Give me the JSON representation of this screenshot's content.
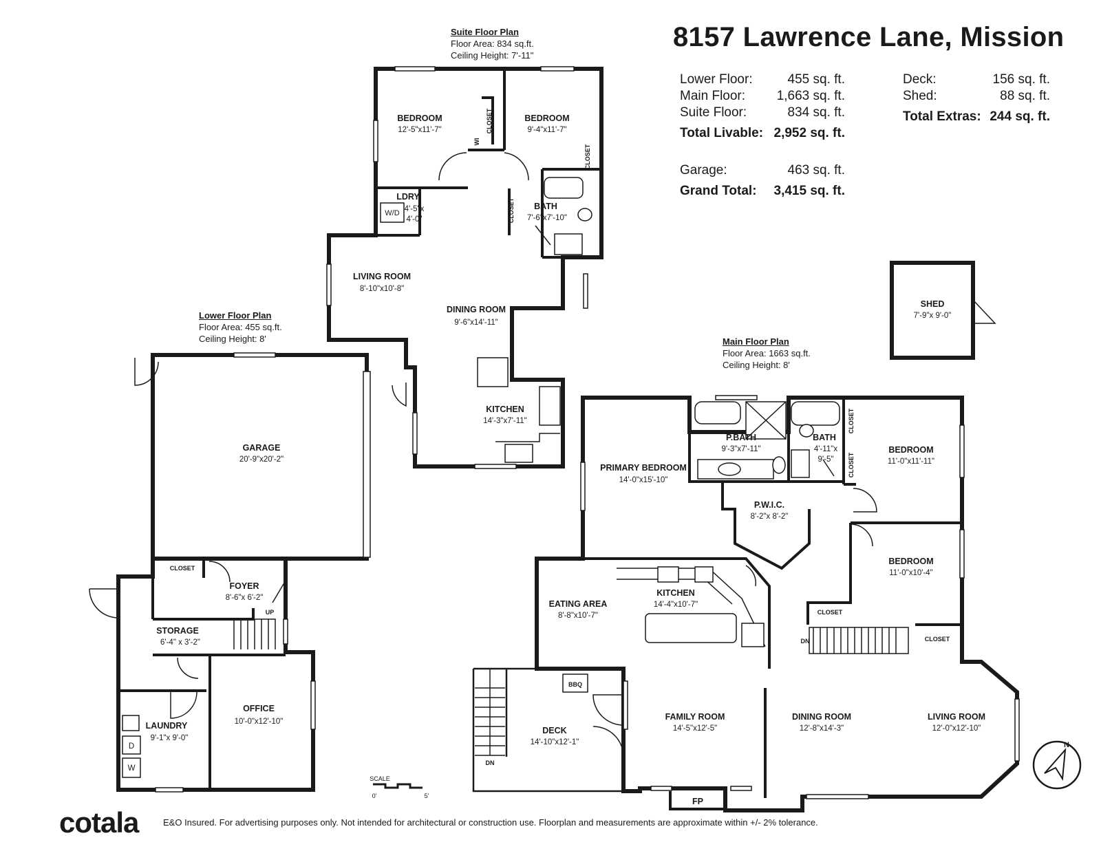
{
  "header": {
    "address": "8157 Lawrence Lane, Mission",
    "areas": [
      {
        "label": "Lower Floor:",
        "value": "455 sq. ft."
      },
      {
        "label": "Main Floor:",
        "value": "1,663 sq. ft."
      },
      {
        "label": "Suite Floor:",
        "value": "834 sq. ft."
      }
    ],
    "total_livable": {
      "label": "Total Livable:",
      "value": "2,952 sq. ft."
    },
    "garage": {
      "label": "Garage:",
      "value": "463 sq. ft."
    },
    "grand_total": {
      "label": "Grand Total:",
      "value": "3,415 sq. ft."
    },
    "extras": [
      {
        "label": "Deck:",
        "value": "156 sq. ft."
      },
      {
        "label": "Shed:",
        "value": "88 sq. ft."
      }
    ],
    "total_extras": {
      "label": "Total Extras:",
      "value": "244 sq. ft."
    }
  },
  "plans": {
    "suite": {
      "title": "Suite Floor Plan",
      "area": "Floor Area: 834 sq.ft.",
      "ceiling": "Ceiling Height: 7'-11\""
    },
    "lower": {
      "title": "Lower Floor Plan",
      "area": "Floor Area: 455 sq.ft.",
      "ceiling": "Ceiling Height: 8'"
    },
    "main": {
      "title": "Main Floor Plan",
      "area": "Floor Area: 1663 sq.ft.",
      "ceiling": "Ceiling Height: 8'"
    }
  },
  "rooms": {
    "suite_bedroom1": {
      "name": "BEDROOM",
      "dim": "12'-5\"x11'-7\""
    },
    "suite_bedroom2": {
      "name": "BEDROOM",
      "dim": "9'-4\"x11'-7\""
    },
    "suite_ldry": {
      "name": "LDRY",
      "dim1": "4'-5\"x",
      "dim2": "4'-0\""
    },
    "suite_bath": {
      "name": "BATH",
      "dim": "7'-6\"x7'-10\""
    },
    "suite_living": {
      "name": "LIVING ROOM",
      "dim": "8'-10\"x10'-8\""
    },
    "suite_dining": {
      "name": "DINING ROOM",
      "dim": "9'-6\"x14'-11\""
    },
    "suite_kitchen": {
      "name": "KITCHEN",
      "dim": "14'-3\"x7'-11\""
    },
    "garage": {
      "name": "GARAGE",
      "dim": "20'-9\"x20'-2\""
    },
    "lower_foyer": {
      "name": "FOYER",
      "dim": "8'-6\"x 6'-2\""
    },
    "lower_storage": {
      "name": "STORAGE",
      "dim": "6'-4\" x 3'-2\""
    },
    "lower_office": {
      "name": "OFFICE",
      "dim": "10'-0\"x12'-10\""
    },
    "lower_laundry": {
      "name": "LAUNDRY",
      "dim": "9'-1\"x 9'-0\""
    },
    "shed": {
      "name": "SHED",
      "dim": "7'-9\"x 9'-0\""
    },
    "main_primary": {
      "name": "PRIMARY BEDROOM",
      "dim": "14'-0\"x15'-10\""
    },
    "main_pbath": {
      "name": "P.BATH",
      "dim": "9'-3\"x7'-11\""
    },
    "main_bath": {
      "name": "BATH",
      "dim1": "4'-11\"x",
      "dim2": "9'-5\""
    },
    "main_bedroom1": {
      "name": "BEDROOM",
      "dim": "11'-0\"x11'-11\""
    },
    "main_pwic": {
      "name": "P.W.I.C.",
      "dim": "8'-2\"x 8'-2\""
    },
    "main_bedroom2": {
      "name": "BEDROOM",
      "dim": "11'-0\"x10'-4\""
    },
    "main_eating": {
      "name": "EATING AREA",
      "dim": "8'-8\"x10'-7\""
    },
    "main_kitchen": {
      "name": "KITCHEN",
      "dim": "14'-4\"x10'-7\""
    },
    "deck": {
      "name": "DECK",
      "dim": "14'-10\"x12'-1\""
    },
    "main_family": {
      "name": "FAMILY ROOM",
      "dim": "14'-5\"x12'-5\""
    },
    "main_dining": {
      "name": "DINING ROOM",
      "dim": "12'-8\"x14'-3\""
    },
    "main_living": {
      "name": "LIVING ROOM",
      "dim": "12'-0\"x12'-10\""
    }
  },
  "small_labels": {
    "closet": "CLOSET",
    "wd": "W/D",
    "wi": "WI",
    "up": "UP",
    "dn": "DN",
    "fp": "FP",
    "d": "D",
    "w": "W",
    "bbq": "BBQ",
    "north": "N"
  },
  "scale": {
    "label": "SCALE",
    "min": "0'",
    "max": "5'"
  },
  "footer": {
    "logo": "cotala",
    "disclaimer": "E&O Insured. For advertising purposes only. Not intended for architectural or construction use. Floorplan and measurements are approximate within +/- 2% tolerance."
  }
}
